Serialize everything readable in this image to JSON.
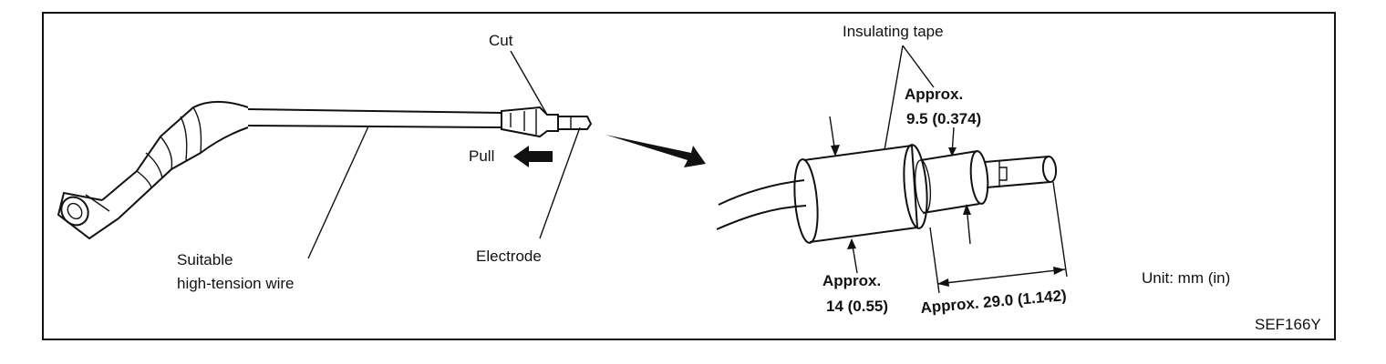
{
  "labels": {
    "cut": "Cut",
    "pull": "Pull",
    "electrode": "Electrode",
    "wire_line1": "Suitable",
    "wire_line2": "high-tension wire",
    "insulating_tape": "Insulating tape",
    "approx_small_1": "Approx.",
    "approx_small_2": "9.5 (0.374)",
    "approx_dia_1": "Approx.",
    "approx_dia_2": "14 (0.55)",
    "approx_length": "Approx. 29.0 (1.142)",
    "unit": "Unit: mm (in)",
    "figure_code": "SEF166Y"
  }
}
